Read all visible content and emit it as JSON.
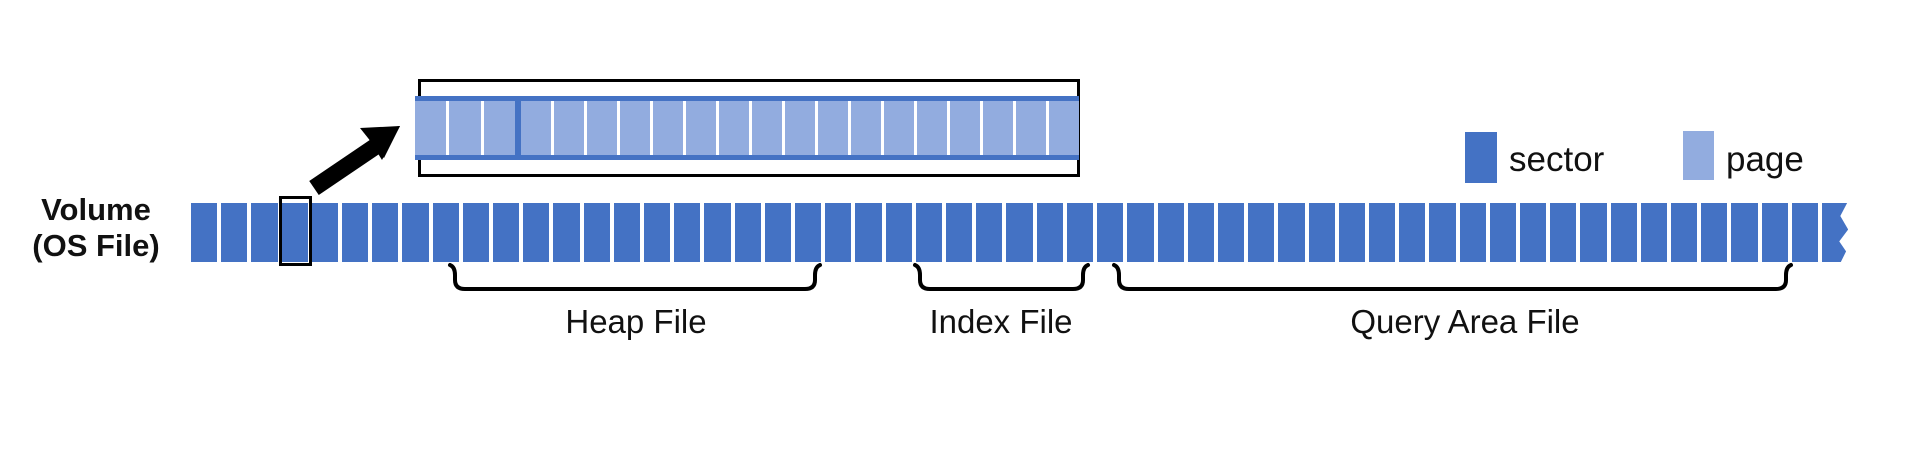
{
  "volume_label": {
    "line1": "Volume",
    "line2": "(OS File)"
  },
  "strip": {
    "sector_count": 55,
    "outlined_sector_index": 3,
    "torn_right_edge": true
  },
  "magnifier": {
    "left_page_count": 3,
    "right_page_count": 17
  },
  "files": [
    {
      "label": "Heap File"
    },
    {
      "label": "Index File"
    },
    {
      "label": "Query Area File"
    }
  ],
  "legend": [
    {
      "label": "sector",
      "color": "#4472C4"
    },
    {
      "label": "page",
      "color": "#92ACDF"
    }
  ],
  "colors": {
    "sector": "#4472C4",
    "page": "#92ACDF",
    "outline": "#000000",
    "background": "#FFFFFF"
  }
}
